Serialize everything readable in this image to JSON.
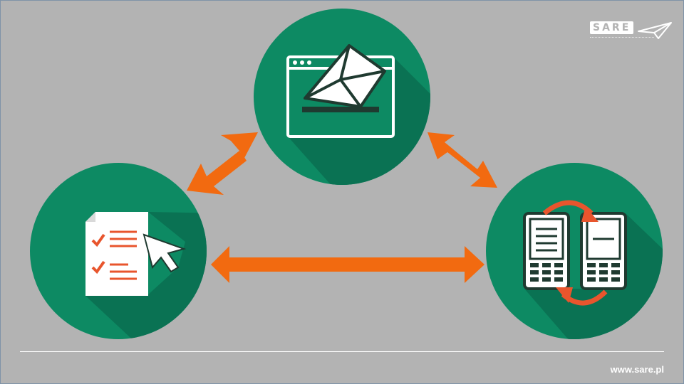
{
  "brand": {
    "logo_text": "SARE",
    "url": "www.sare.pl"
  },
  "colors": {
    "background": "#b3b3b3",
    "circle": "#0d8a63",
    "circle_shadow": "#0a7253",
    "arrow": "#f26a10",
    "icon_white": "#ffffff",
    "icon_dark": "#1f3a30",
    "checkmark": "#e8552d"
  },
  "nodes": [
    {
      "id": "email",
      "icon": "email-window-icon"
    },
    {
      "id": "form",
      "icon": "checklist-cursor-icon"
    },
    {
      "id": "mobile",
      "icon": "phones-sync-icon"
    }
  ],
  "edges": [
    {
      "from": "email",
      "to": "form",
      "direction": "both"
    },
    {
      "from": "email",
      "to": "mobile",
      "direction": "both"
    },
    {
      "from": "form",
      "to": "mobile",
      "direction": "both"
    }
  ]
}
